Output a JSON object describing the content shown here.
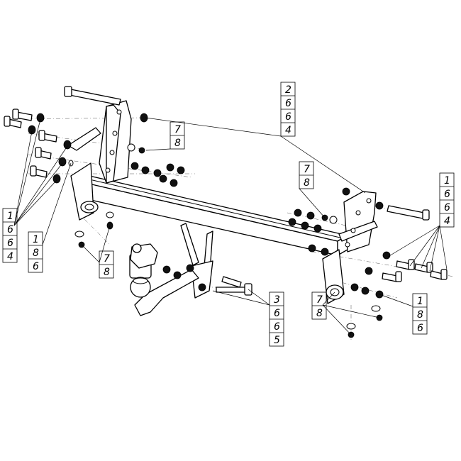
{
  "callouts": [
    {
      "id": "c1",
      "lines": [
        "2",
        "6",
        "6",
        "4"
      ]
    },
    {
      "id": "c2",
      "lines": [
        "7",
        "8"
      ]
    },
    {
      "id": "c3",
      "lines": [
        "7",
        "8"
      ]
    },
    {
      "id": "c4",
      "lines": [
        "1",
        "6",
        "6",
        "4"
      ]
    },
    {
      "id": "c5",
      "lines": [
        "1",
        "6",
        "6",
        "4"
      ]
    },
    {
      "id": "c6",
      "lines": [
        "1",
        "8",
        "6"
      ]
    },
    {
      "id": "c7",
      "lines": [
        "7",
        "8"
      ]
    },
    {
      "id": "c8",
      "lines": [
        "3",
        "6",
        "6",
        "5"
      ]
    },
    {
      "id": "c9",
      "lines": [
        "7",
        "8"
      ]
    },
    {
      "id": "c10",
      "lines": [
        "1",
        "8",
        "6"
      ]
    }
  ]
}
